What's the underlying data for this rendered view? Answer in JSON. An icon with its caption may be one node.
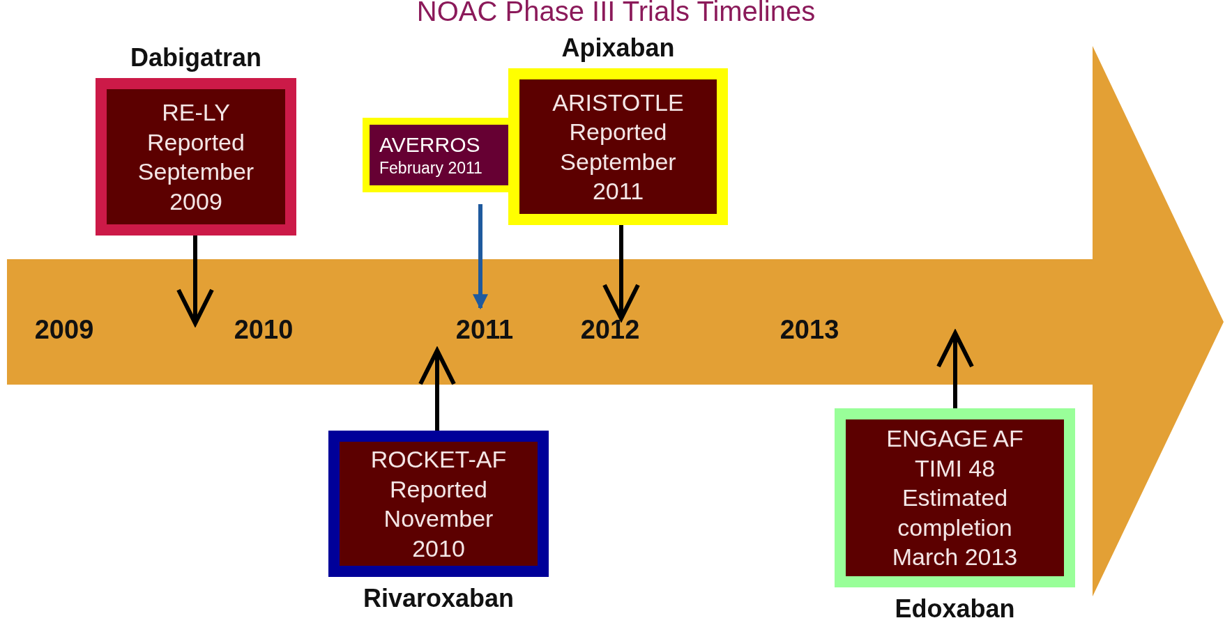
{
  "diagram": {
    "title": "NOAC Phase III Trials Timelines",
    "nodes": [
      {
        "text": [],
        "shape": "arrow"
      },
      {
        "text": [
          "Dabigatran",
          "RE-LY Reported September 2009"
        ]
      },
      {
        "text": [
          "AVERROS",
          "February 2011"
        ]
      },
      {
        "text": [
          "Apixaban",
          "ARISTOTLE Reported September 2011"
        ]
      },
      {
        "text": [
          "ROCKET-AF Reported November 2010",
          "Rivaroxaban"
        ]
      },
      {
        "text": [
          "ENGAGE AF TIMI 48 Estimated completion March 2013",
          "Edoxaban"
        ]
      }
    ],
    "edges": [
      {
        "from": 1,
        "to": 0,
        "arrow": "to"
      },
      {
        "from": 2,
        "to": 0,
        "arrow": "to",
        "color": "#1f5a9e"
      },
      {
        "from": 3,
        "to": 0,
        "arrow": "to"
      },
      {
        "from": 4,
        "to": 0,
        "arrow": "to"
      },
      {
        "from": 5,
        "to": 0,
        "arrow": "to"
      }
    ],
    "labels": [
      "2009",
      "2010",
      "2011",
      "2012",
      "2013"
    ]
  }
}
